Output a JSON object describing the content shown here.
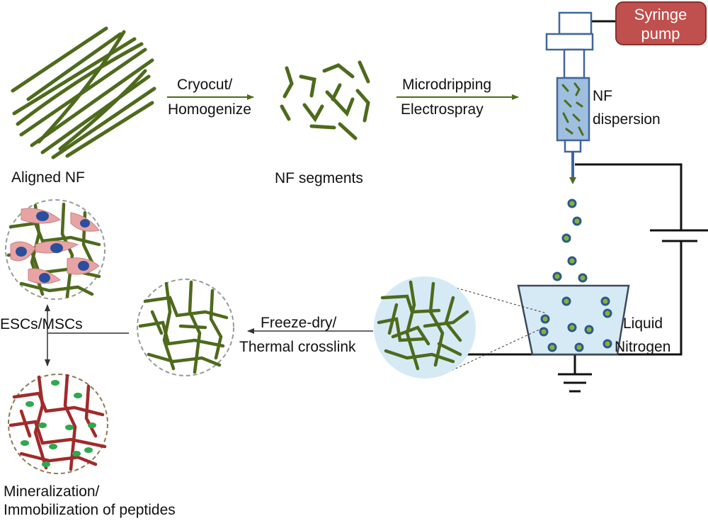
{
  "labels": {
    "aligned_nf": "Aligned NF",
    "cryocut_1": "Cryocut/",
    "cryocut_2": "Homogenize",
    "nf_segments": "NF segments",
    "micro_1": "Microdripping",
    "micro_2": "Electrospray",
    "syringe_1": "Syringe",
    "syringe_2": "pump",
    "dispersion_1": "NF",
    "dispersion_2": "dispersion",
    "liquid_1": "Liquid",
    "liquid_2": "Nitrogen",
    "freeze_1": "Freeze-dry/",
    "freeze_2": "Thermal crosslink",
    "cells": "ESCs/MSCs",
    "mineral_1": "Mineralization/",
    "mineral_2": "Immobilization of peptides"
  },
  "colors": {
    "fiber": "#4e6a1c",
    "fiber_red": "#a12a2a",
    "pump": "#c0504d",
    "syringe_fluid": "#9fbfe0",
    "nitrogen": "#d6eaf5",
    "cell": "#e8a4a4",
    "nucleus": "#2b4f9e",
    "peptide": "#2fa84f",
    "droplet_fill": "#88b03a",
    "droplet_edge": "#2b5a8a"
  }
}
